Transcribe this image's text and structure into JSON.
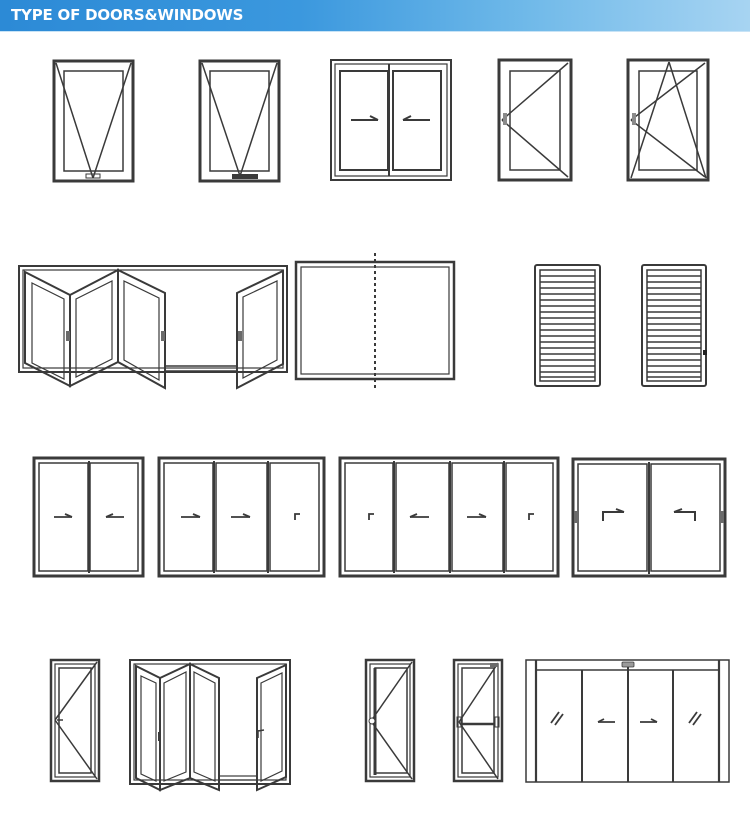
{
  "header": {
    "title": "TYPE OF DOORS&WINDOWS",
    "gradient_start": "#2c8ad6",
    "gradient_end": "#a7d4f2"
  },
  "rows": [
    {
      "row": 1,
      "items": [
        {
          "id": "top-hung-window",
          "kind": "window",
          "opening": "top-hung",
          "panels": 1
        },
        {
          "id": "top-hung-window-stay",
          "kind": "window",
          "opening": "top-hung with stay",
          "panels": 1
        },
        {
          "id": "sliding-window-2-panel",
          "kind": "window",
          "opening": "sliding",
          "panels": 2,
          "arrows": [
            "right",
            "left"
          ]
        },
        {
          "id": "casement-window",
          "kind": "window",
          "opening": "side-hung",
          "panels": 1
        },
        {
          "id": "tilt-turn-window",
          "kind": "window",
          "opening": "tilt and turn",
          "panels": 1
        }
      ]
    },
    {
      "row": 2,
      "items": [
        {
          "id": "bifold-window",
          "kind": "window",
          "opening": "bi-fold",
          "panels": 4
        },
        {
          "id": "pivot-window",
          "kind": "window",
          "opening": "center pivot",
          "panels": 1
        },
        {
          "id": "louver-window-1",
          "kind": "window",
          "opening": "louver",
          "slats": 18
        },
        {
          "id": "louver-window-2",
          "kind": "window",
          "opening": "louver with latch",
          "slats": 18
        }
      ]
    },
    {
      "row": 3,
      "items": [
        {
          "id": "sliding-door-2-panel",
          "kind": "door",
          "opening": "sliding",
          "panels": 2,
          "arrows": [
            "right",
            "left"
          ]
        },
        {
          "id": "sliding-door-3-panel",
          "kind": "door",
          "opening": "sliding",
          "panels": 3,
          "arrows": [
            "right",
            "right",
            "fixed"
          ]
        },
        {
          "id": "sliding-door-4-panel",
          "kind": "door",
          "opening": "sliding",
          "panels": 4,
          "arrows": [
            "fixed",
            "left",
            "right",
            "fixed"
          ]
        },
        {
          "id": "lift-slide-door",
          "kind": "door",
          "opening": "lift and slide",
          "panels": 2,
          "arrows": [
            "lift-right",
            "lift-left"
          ]
        }
      ]
    },
    {
      "row": 4,
      "items": [
        {
          "id": "casement-door",
          "kind": "door",
          "opening": "side-hung",
          "panels": 1
        },
        {
          "id": "bifold-door",
          "kind": "door",
          "opening": "bi-fold",
          "panels": 4
        },
        {
          "id": "swing-door",
          "kind": "door",
          "opening": "side-hung",
          "panels": 1
        },
        {
          "id": "swing-door-push-bar",
          "kind": "door",
          "opening": "side-hung with panic bar",
          "panels": 1
        },
        {
          "id": "automatic-sliding-door",
          "kind": "door",
          "opening": "automatic sliding",
          "panels": 4,
          "arrows": [
            "glass",
            "left",
            "right",
            "glass"
          ]
        }
      ]
    }
  ],
  "colors": {
    "line": "#3a3a3a",
    "background": "#ffffff"
  }
}
